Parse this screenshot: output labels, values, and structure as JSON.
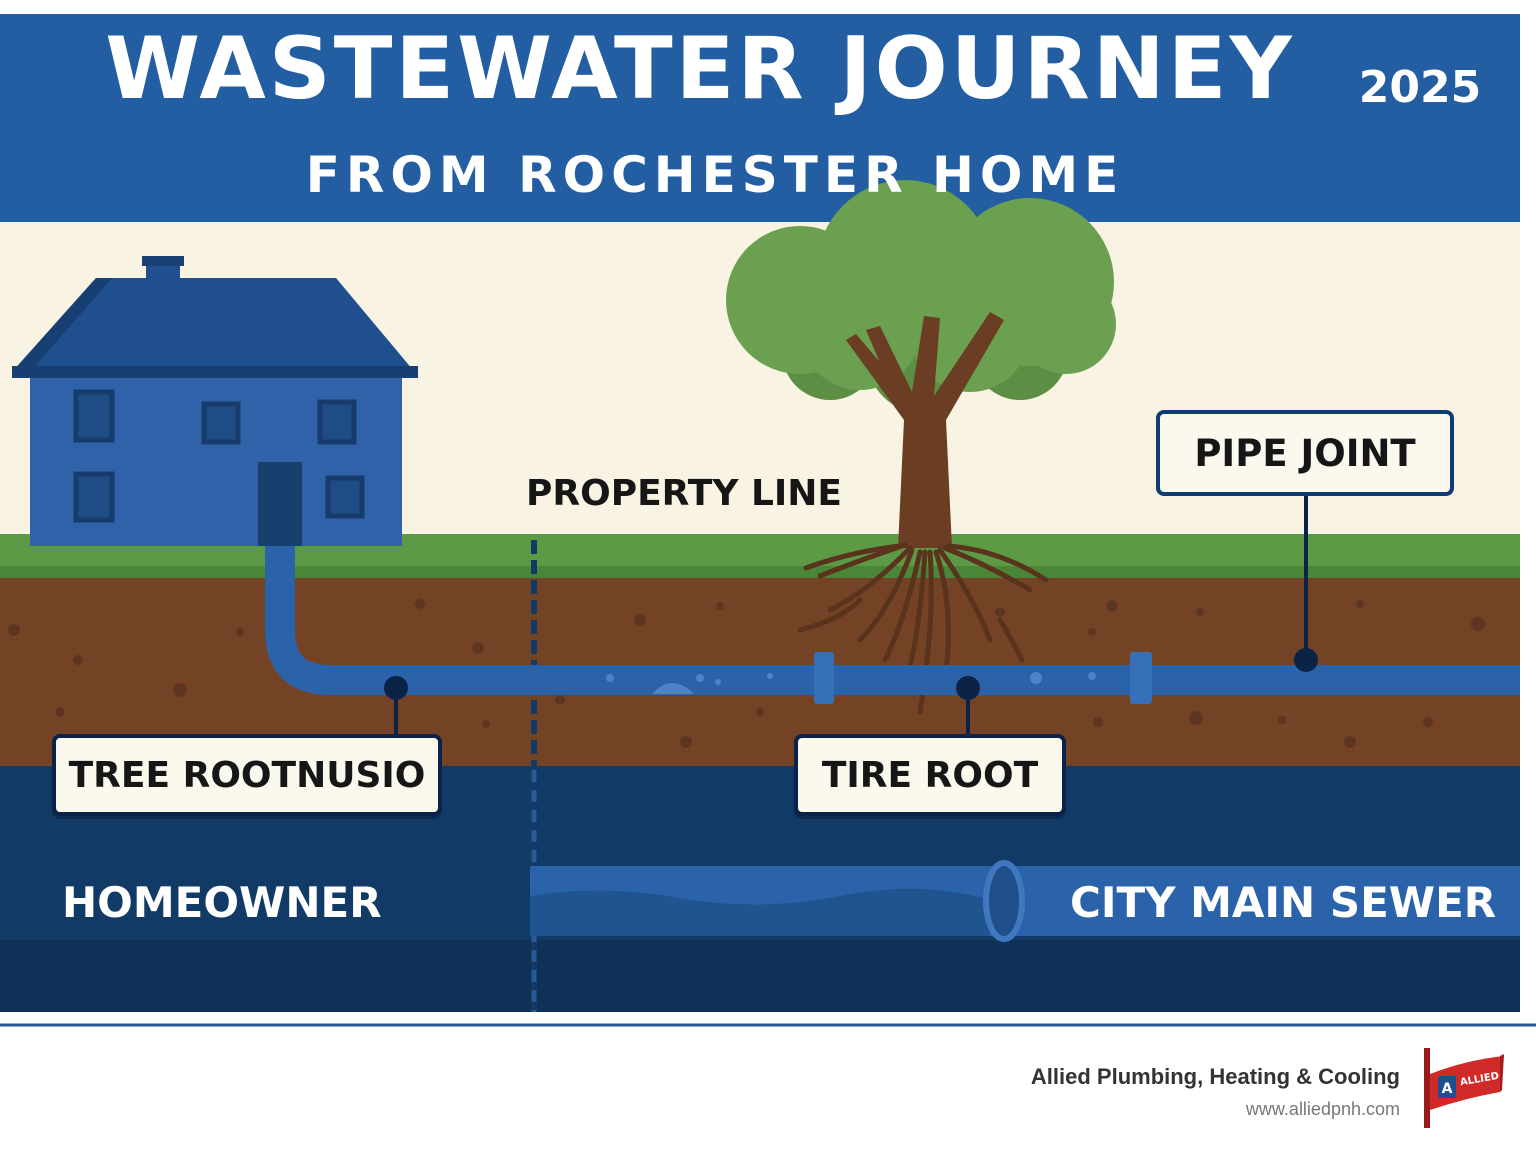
{
  "banner": {
    "title": "WASTEWATER JOURNEY",
    "year": "2025",
    "subtitle": "FROM ROCHESTER HOME"
  },
  "labels": {
    "property_line": "PROPERTY LINE",
    "pipe_joint": "PIPE JOINT",
    "tree_root_left": "TREE ROOTNUSIO",
    "tire_root": "TIRE ROOT",
    "homeowner": "HOMEOWNER",
    "city_main_sewer": "CITY MAIN SEWER"
  },
  "footer": {
    "company": "Allied Plumbing, Heating & Cooling",
    "url": "www.alliedpnh.com",
    "logo_text": "ALLIED"
  },
  "colors": {
    "banner_blue": "#235ea2",
    "sky_cream": "#f8f3e3",
    "grass_green": "#5d9a45",
    "soil_brown": "#744326",
    "deep_navy": "#123a66",
    "pipe_blue": "#2b63aa",
    "house_blue": "#2f62a8",
    "tree_green": "#6aa050",
    "trunk_brown": "#6b3d22"
  }
}
